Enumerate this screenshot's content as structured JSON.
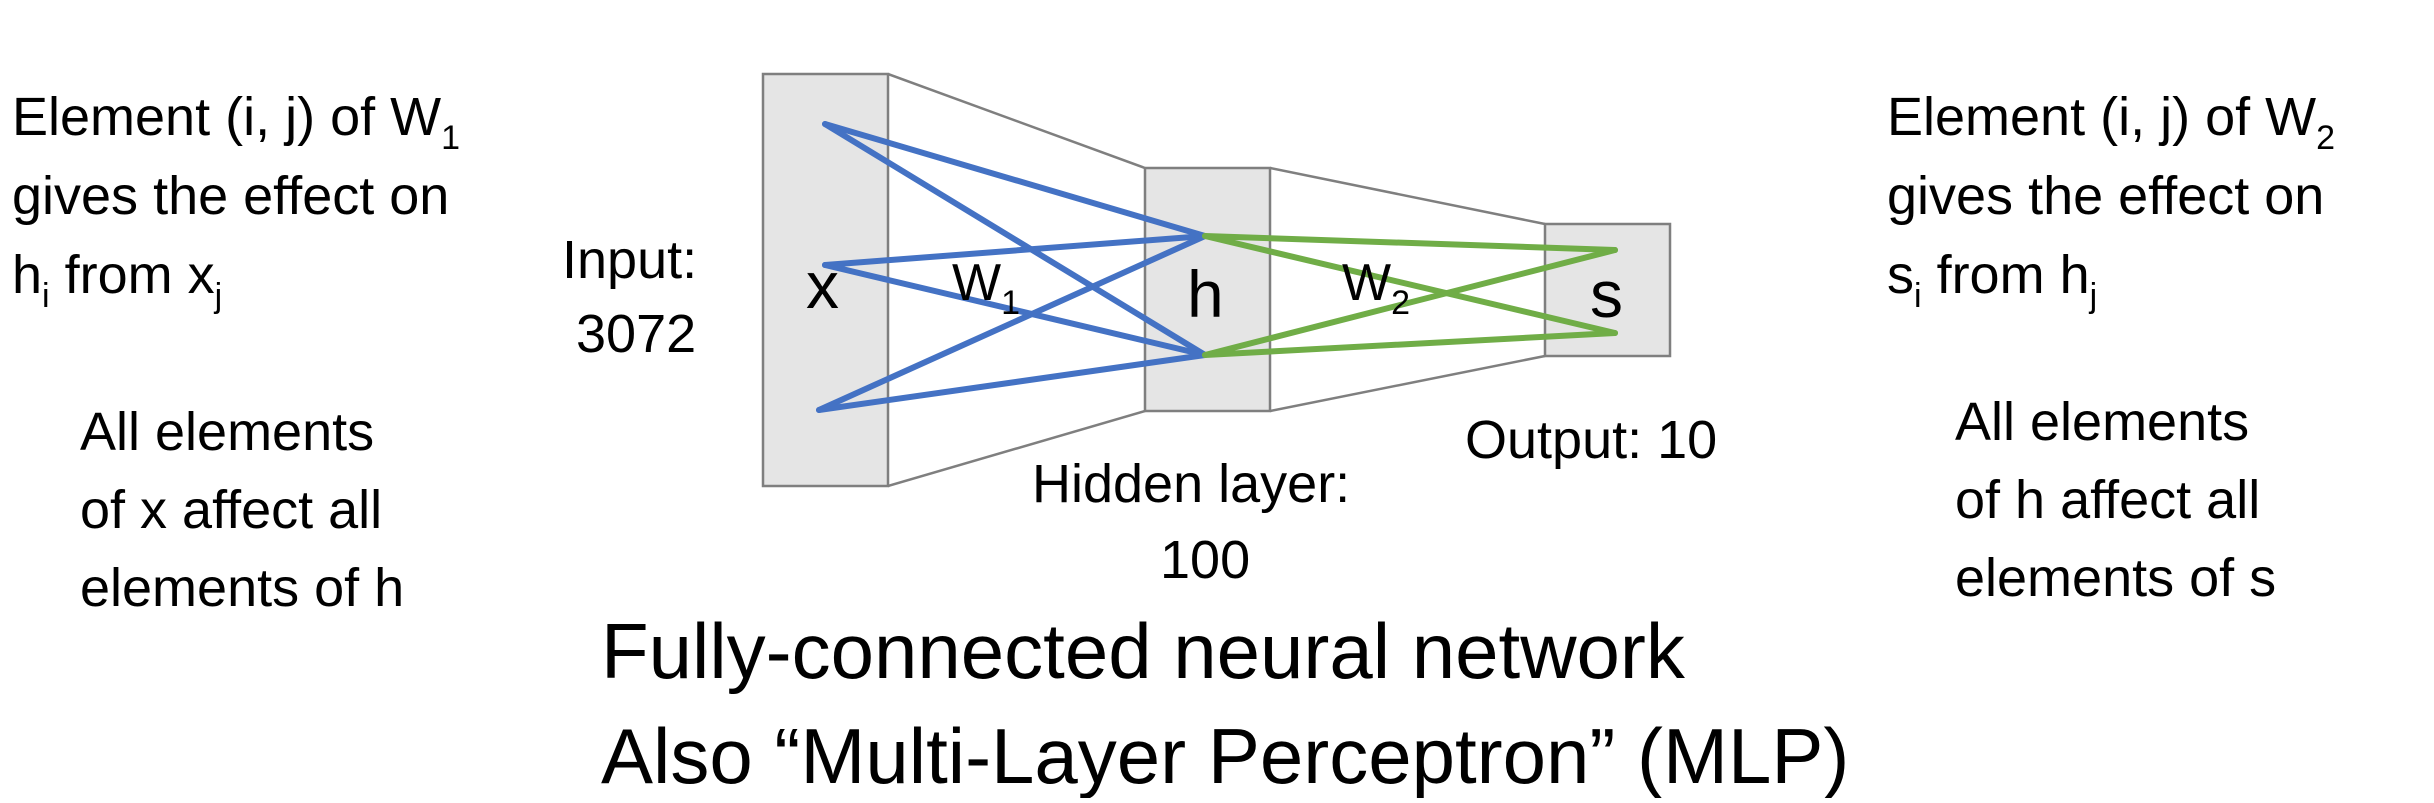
{
  "colors": {
    "box_fill": "#e5e5e5",
    "box_stroke": "#7f7f7f",
    "w1_edges": "#4472c4",
    "w2_edges": "#70ad47",
    "text": "#000000"
  },
  "nodes": {
    "x": "x",
    "h": "h",
    "s": "s"
  },
  "weights": {
    "w1_base": "W",
    "w1_sub": "1",
    "w2_base": "W",
    "w2_sub": "2"
  },
  "input_label": {
    "line1": "Input:",
    "line2": "3072"
  },
  "hidden_label": {
    "line1": "Hidden layer:",
    "line2": "100"
  },
  "output_label": "Output: 10",
  "left_note": {
    "line1_prefix": "Element (i, j) of W",
    "line1_sub": "1",
    "line2": "gives the effect on",
    "line3_a": "h",
    "line3_a_sub": "i",
    "line3_mid": " from x",
    "line3_b_sub": "j"
  },
  "left_summary": {
    "line1": "All elements",
    "line2": "of x affect all",
    "line3": "elements of h"
  },
  "right_note": {
    "line1_prefix": "Element (i, j) of W",
    "line1_sub": "2",
    "line2": "gives the effect on",
    "line3_a": "s",
    "line3_a_sub": "i",
    "line3_mid": " from h",
    "line3_b_sub": "j"
  },
  "right_summary": {
    "line1": "All elements",
    "line2": "of h affect all",
    "line3": "elements of s"
  },
  "title": {
    "line1": "Fully-connected neural network",
    "line2": "Also “Multi-Layer Perceptron” (MLP)"
  }
}
